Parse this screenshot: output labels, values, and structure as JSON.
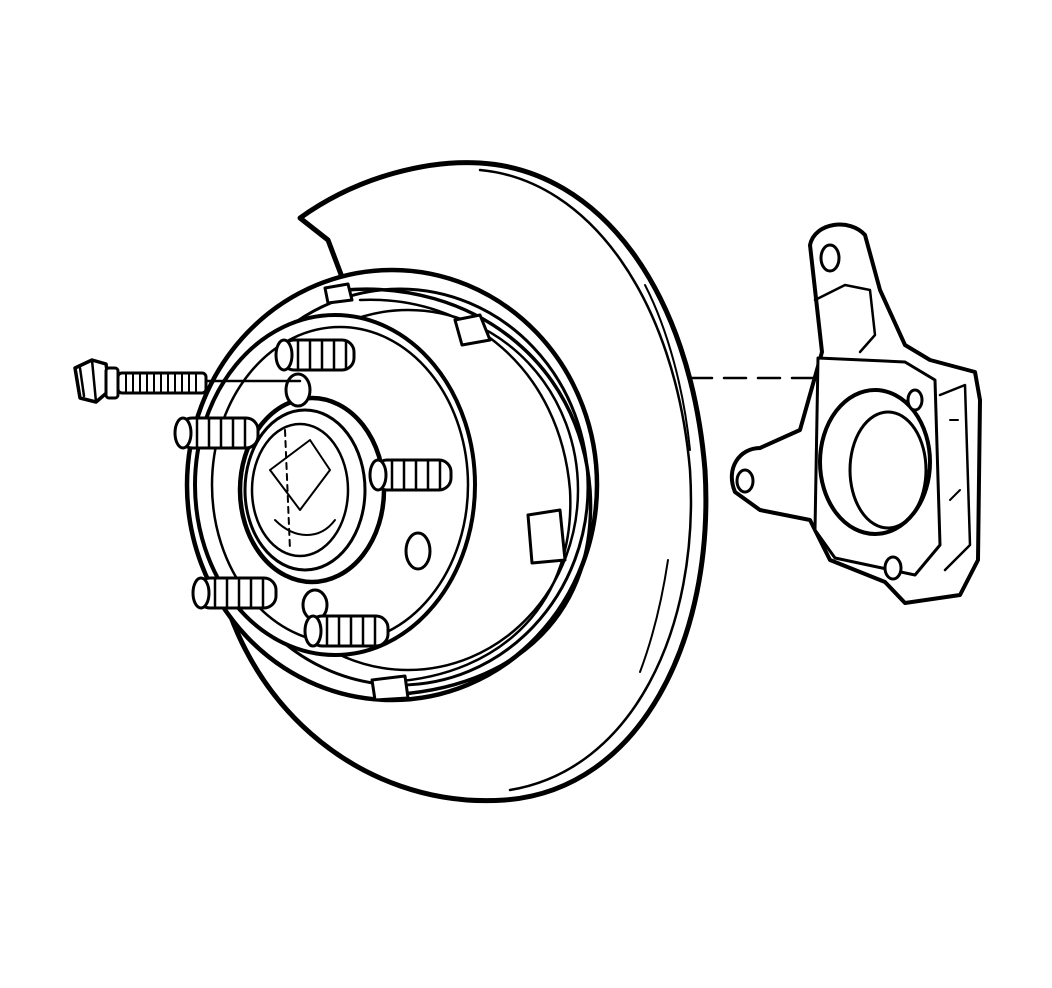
{
  "diagram": {
    "components": [
      {
        "id": "hub-bolt",
        "icon": "bolt-icon"
      },
      {
        "id": "brake-rotor",
        "icon": "rotor-icon"
      },
      {
        "id": "wheel-hub",
        "icon": "hub-icon"
      },
      {
        "id": "wheel-studs",
        "icon": "stud-icon",
        "count": 5
      },
      {
        "id": "steering-knuckle",
        "icon": "knuckle-icon"
      }
    ],
    "colors": {
      "line": "#000000",
      "background": "#ffffff"
    }
  }
}
